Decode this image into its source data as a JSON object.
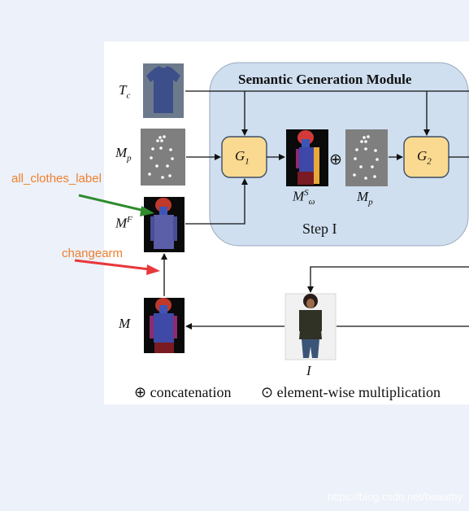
{
  "annotations": {
    "label_1": "all_clothes_label",
    "label_2": "changearm",
    "color": "#ef7f2c",
    "arrow_1_color": "#2e8b2e",
    "arrow_2_color": "#e8383b"
  },
  "diagram": {
    "module_title": "Semantic Generation Module",
    "step_label": "Step I",
    "generator_1": "G",
    "generator_1_sub": "1",
    "generator_2": "G",
    "generator_2_sub": "2",
    "concat_symbol": "⊕",
    "inputs": {
      "tc": "T",
      "tc_sub": "c",
      "mp": "M",
      "mp_sub": "p",
      "mf": "M",
      "mf_sup": "F",
      "m": "M",
      "i": "I"
    },
    "outputs": {
      "msw": "M",
      "msw_sup": "S",
      "msw_sub": "ω",
      "mp2": "M",
      "mp2_sub": "p"
    },
    "colors": {
      "module_bg": "#cfdff0",
      "module_border": "#9aa9bb",
      "generator_fill": "#fad990",
      "generator_border": "#3b4d66"
    }
  },
  "legend": {
    "concat": "⊕ concatenation",
    "mult": "⊙ element-wise multiplication"
  },
  "watermark": "https://blog.csdn.net/beauthy"
}
